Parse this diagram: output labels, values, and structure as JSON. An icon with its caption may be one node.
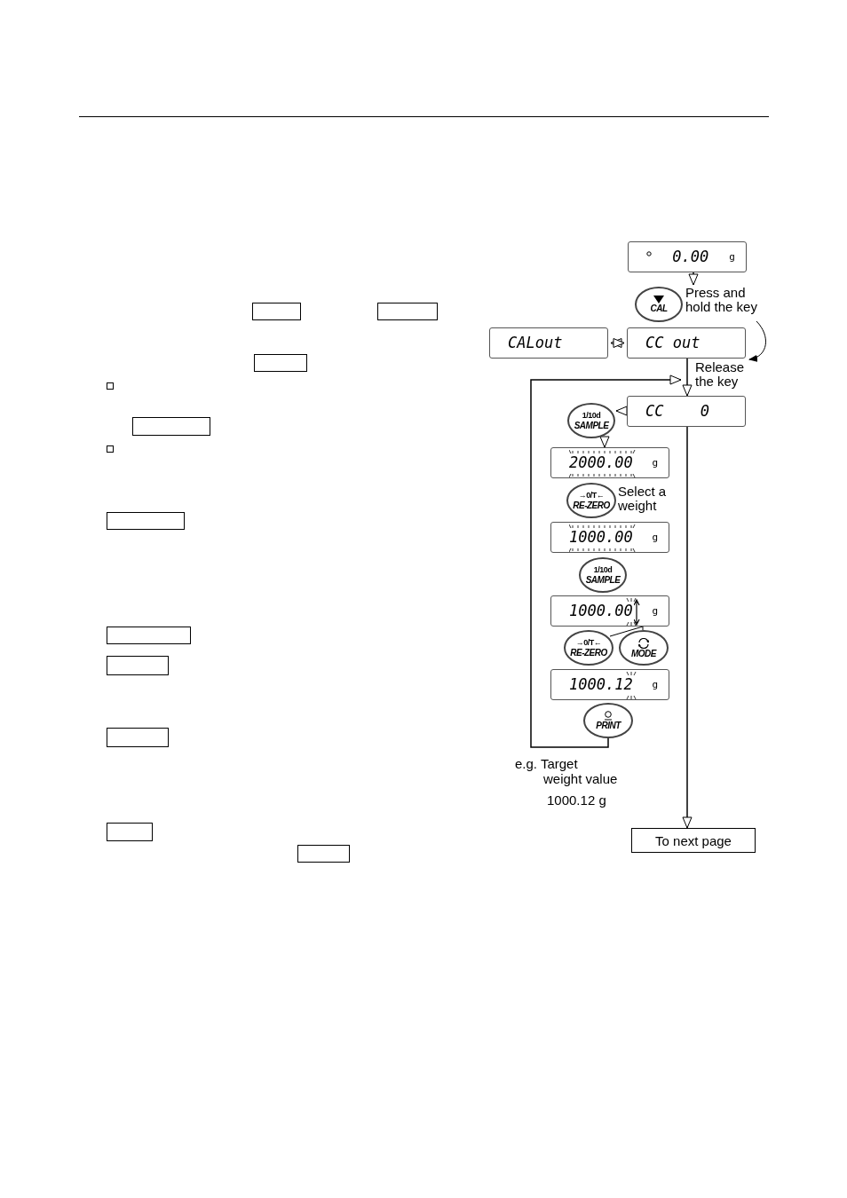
{
  "diagram": {
    "nodes": [
      {
        "text": [
          "0.00",
          "g"
        ]
      },
      {
        "text": [
          "CAL"
        ],
        "beside": [
          "Press and hold the key"
        ]
      },
      {
        "text": [
          "CALout"
        ]
      },
      {
        "text": [
          "CC out"
        ]
      },
      {
        "text": [
          "CC",
          "0"
        ]
      },
      {
        "text": [
          "1/10d",
          "SAMPLE"
        ]
      },
      {
        "text": [
          "2000.00",
          "g"
        ]
      },
      {
        "text": [
          "→0/T←",
          "RE-ZERO"
        ],
        "beside": [
          "Select a weight"
        ]
      },
      {
        "text": [
          "1000.00",
          "g"
        ]
      },
      {
        "text": [
          "1/10d",
          "SAMPLE"
        ]
      },
      {
        "text": [
          "1000.00",
          "g"
        ]
      },
      {
        "text": [
          "→0/T←",
          "RE-ZERO"
        ]
      },
      {
        "text": [
          "MODE"
        ]
      },
      {
        "text": [
          "1000.12",
          "g"
        ]
      },
      {
        "text": [
          "PRINT"
        ]
      },
      {
        "text": [
          "To next page"
        ]
      },
      {
        "text": [],
        "shape": "box"
      },
      {
        "text": [],
        "shape": "box"
      },
      {
        "text": [],
        "shape": "box"
      },
      {
        "text": [],
        "shape": "box"
      },
      {
        "text": [],
        "shape": "box"
      },
      {
        "text": [],
        "shape": "box"
      },
      {
        "text": [],
        "shape": "box"
      },
      {
        "text": [],
        "shape": "box"
      },
      {
        "text": [],
        "shape": "box"
      },
      {
        "text": [],
        "shape": "box"
      },
      {
        "text": [],
        "shape": "box"
      },
      {
        "text": [],
        "shape": "box"
      }
    ],
    "edges": [
      {
        "from": 0,
        "to": 1,
        "arrow": "to"
      },
      {
        "from": 1,
        "to": 3,
        "arrow": "to"
      },
      {
        "from": 2,
        "to": 3,
        "arrow": "both"
      },
      {
        "from": 3,
        "to": 4,
        "label": "Release the key",
        "arrow": "to"
      },
      {
        "from": 4,
        "to": 5,
        "arrow": "to"
      },
      {
        "from": 5,
        "to": 6,
        "arrow": "to"
      },
      {
        "from": 4,
        "to": 15,
        "arrow": "to"
      },
      {
        "from": 14,
        "to": 4,
        "arrow": "to"
      },
      {
        "from": 10,
        "to": 11,
        "arrow": "none"
      },
      {
        "from": 10,
        "to": 12,
        "arrow": "none"
      }
    ],
    "labels": [
      "e.g. Target weight value",
      "1000.12 g"
    ]
  }
}
